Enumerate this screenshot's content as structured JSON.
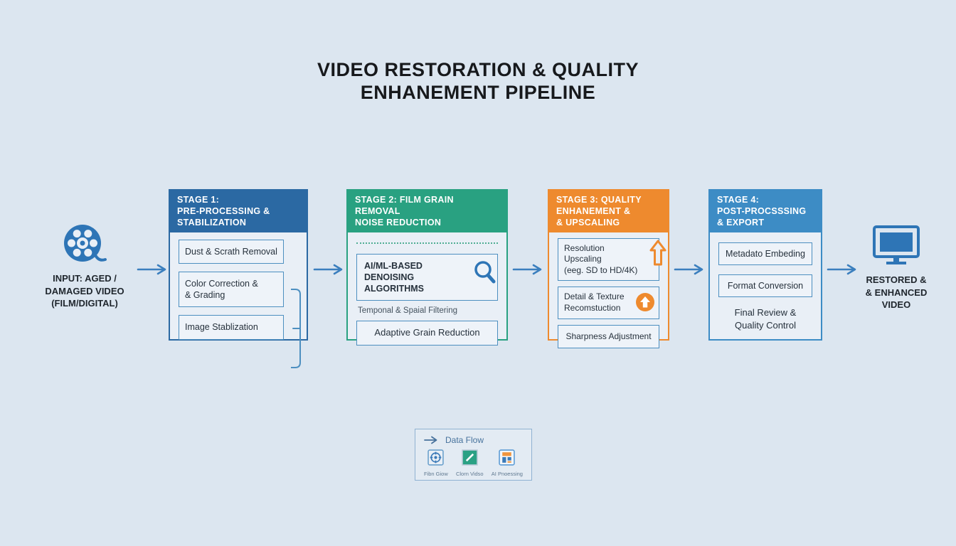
{
  "title": {
    "lines": [
      "VIDEO RESTORATION & QUALITY",
      "ENHANEMENT PIPELINE"
    ]
  },
  "input": {
    "lines": [
      "INPUT: AGED /",
      "DAMAGED VIDEO",
      "(FILM/DIGITAL)"
    ],
    "icon": "film-reel"
  },
  "output": {
    "lines": [
      "RESTORED &",
      "& ENHANCED",
      "VIDEO"
    ],
    "icon": "monitor"
  },
  "stages": [
    {
      "color": "#2b69a3",
      "header_lines": [
        "STAGE 1:",
        "PRE-PROCESSING &",
        "STABILIZATION"
      ],
      "boxes": [
        {
          "lines": [
            "Dust & Scrath Removal"
          ]
        },
        {
          "lines": [
            "Color Correction &",
            "& Grading"
          ]
        },
        {
          "lines": [
            "Image Stablization"
          ]
        }
      ]
    },
    {
      "color": "#29a181",
      "header_lines": [
        "STAGE 2: FILM GRAIN",
        "REMOVAL",
        "NOISE REDUCTION"
      ],
      "denoise_box_lines": [
        "AI/ML-BASED DENOISING",
        "ALGORITHMS"
      ],
      "caption": "Temponal & Spaial Filtering",
      "grain_box": "Adaptive Grain Reduction"
    },
    {
      "color": "#ee8a2e",
      "header_lines": [
        "STAGE 3: QUALITY",
        "ENHANEMENT &",
        "& UPSCALING"
      ],
      "boxes": [
        {
          "lines": [
            "Resolution Upscaling",
            "(eeg. SD to HD/4K)"
          ]
        },
        {
          "lines": [
            "Detail & Texture",
            "Recomstuction"
          ]
        },
        {
          "lines": [
            "Sharpness Adjustment"
          ]
        }
      ]
    },
    {
      "color": "#3d8cc5",
      "header_lines": [
        "STAGE 4:",
        "POST-PROCSSSING",
        "& EXPORT"
      ],
      "boxes": [
        {
          "lines": [
            "Metadato Embeding"
          ]
        },
        {
          "lines": [
            "Format Conversion"
          ]
        }
      ],
      "footer_lines": [
        "Final Review &",
        "Quality Control"
      ]
    }
  ],
  "legend": {
    "title": "Data Flow",
    "items": [
      {
        "icon": "film-grain",
        "label": "Fibn Giow"
      },
      {
        "icon": "clean-video",
        "label": "Clorn Vidso"
      },
      {
        "icon": "ai-processing",
        "label": "AI Pnoessing"
      }
    ]
  },
  "colors": {
    "background": "#dce6f0",
    "arrow": "#3b7fbe",
    "panel_bg": "#e9eff6",
    "box_border": "#4d8fc0",
    "stage1": "#2b69a3",
    "stage2": "#29a181",
    "stage3": "#ee8a2e",
    "stage4": "#3d8cc5",
    "icon_blue": "#2e75b6"
  }
}
